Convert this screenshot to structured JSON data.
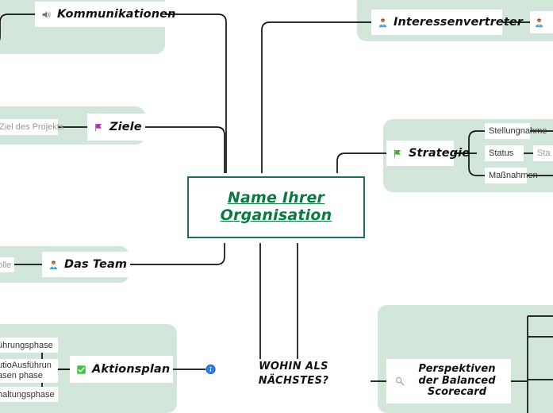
{
  "document": {
    "type": "mind-map",
    "central_topic": "Name Ihrer \nOrganisation",
    "accent_colors": {
      "panel_green": "#d2e6da",
      "central_border": "#1d6b63",
      "central_text": "#0a7a41",
      "connector": "#111111",
      "child_text": "#333333",
      "dim_text": "#9a9a9a"
    }
  },
  "callout": {
    "text": "WOHIN ALS\nNÄCHSTES?"
  },
  "branches": [
    {
      "id": "kommunikationen",
      "label": "Kommunikationen",
      "icon": "speaker-icon",
      "children": []
    },
    {
      "id": "interessenvertreter",
      "label": "Interessenvertreter",
      "icon": "person-icon",
      "children": [
        {
          "label": "",
          "icon": "person-icon",
          "dim": false
        }
      ]
    },
    {
      "id": "ziele",
      "label": "Ziele",
      "icon": "flag-magenta-icon",
      "children": [
        {
          "label": "Ziel des Projekts",
          "dim": true
        }
      ]
    },
    {
      "id": "strategie",
      "label": "Strategie",
      "icon": "flag-green-icon",
      "children": [
        {
          "label": "Stellungnahme",
          "dim": false
        },
        {
          "label": "Status",
          "dim": false
        },
        {
          "label": "Maßnahmen",
          "dim": false
        }
      ],
      "grandchildren": [
        {
          "parent": "Status",
          "label": "Sta",
          "dim": true
        }
      ]
    },
    {
      "id": "das-team",
      "label": "Das Team",
      "icon": "person-icon",
      "children": [
        {
          "label": "olle",
          "dim": true
        }
      ]
    },
    {
      "id": "aktionsplan",
      "label": "Aktionsplan",
      "icon": "checkbox-green-icon",
      "badge": "info-icon",
      "children": [
        {
          "label": "ührungsphase",
          "dim": false
        },
        {
          "label": "utioAusführun\nasen phase",
          "dim": false
        },
        {
          "label": "haltungsphase",
          "dim": false
        }
      ]
    },
    {
      "id": "balanced-scorecard",
      "label": "Perspektiven der Balanced Scorecard",
      "icon": "magnifier-icon",
      "children": []
    }
  ]
}
